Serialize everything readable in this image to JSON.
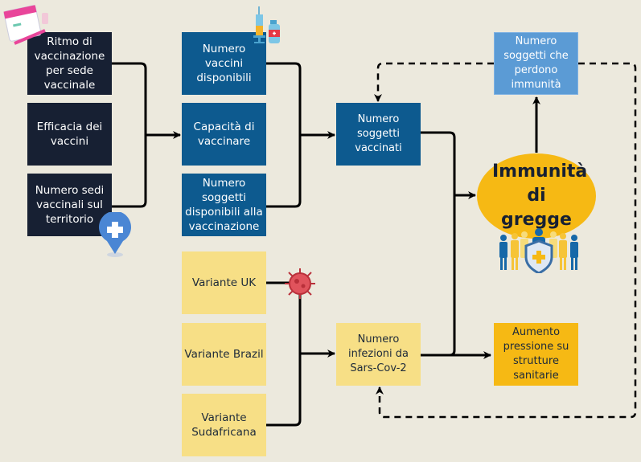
{
  "inputs": [
    {
      "label": "Ritmo di vaccinazione per sede vaccinale"
    },
    {
      "label": "Efficacia dei vaccini"
    },
    {
      "label": "Numero sedi vaccinali sul territorio"
    }
  ],
  "capacity": [
    {
      "label": "Numero vaccini disponibili"
    },
    {
      "label": "Capacità di vaccinare"
    },
    {
      "label": "Numero soggetti disponibili alla vaccinazione"
    }
  ],
  "variants": [
    {
      "label": "Variante UK"
    },
    {
      "label": "Variante Brazil"
    },
    {
      "label": "Variante Sudafricana"
    }
  ],
  "vaccinated": {
    "label": "Numero soggetti vaccinati"
  },
  "infections": {
    "label": "Numero infezioni da Sars-Cov-2"
  },
  "immunity_loss": {
    "label": "Numero soggetti che perdono immunità"
  },
  "herd_immunity": {
    "label": "Immunità di gregge"
  },
  "hospital_pressure": {
    "label": "Aumento pressione su strutture sanitarie"
  },
  "colors": {
    "background": "#ece9dd",
    "dark": "#172033",
    "blue": "#0d5a8f",
    "light_blue": "#5b9bd5",
    "light_yellow": "#f7df86",
    "yellow": "#f6b914"
  },
  "icons": [
    "calendar-vaccine-icon",
    "syringe-vial-icon",
    "location-pin-cross-icon",
    "virus-icon",
    "people-shield-icon"
  ]
}
